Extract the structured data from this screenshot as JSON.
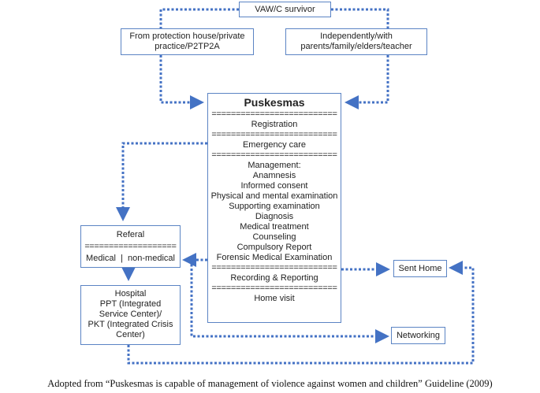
{
  "nodes": {
    "survivor": "VAW/C survivor",
    "protection": [
      "From protection house/private",
      "practice/P2TP2A"
    ],
    "independent": [
      "Independently/with",
      "parents/family/elders/teacher"
    ],
    "puskesmas": {
      "title": "Puskesmas",
      "sep": "==========================",
      "registration": "Registration",
      "emergency": "Emergency care",
      "management": [
        "Management:",
        "Anamnesis",
        "Informed consent",
        "Physical and mental examination",
        "Supporting examination",
        "Diagnosis",
        "Medical treatment",
        "Counseling",
        "Compulsory Report",
        "Forensic Medical Examination"
      ],
      "recording": "Recording & Reporting",
      "home_visit": "Home visit"
    },
    "referal": {
      "title": "Referal",
      "sep": "===================",
      "options": "Medical  |  non-medical"
    },
    "hospital": [
      "Hospital",
      "PPT (Integrated",
      "Service Center)/",
      "PKT (Integrated Crisis",
      "Center)"
    ],
    "sent_home": "Sent Home",
    "networking": "Networking"
  },
  "caption": "Adopted from “Puskesmas is capable of management of violence against women and children” Guideline (2009)",
  "colors": {
    "arrow": "#4472c4",
    "box_border": "#5b84c4"
  }
}
